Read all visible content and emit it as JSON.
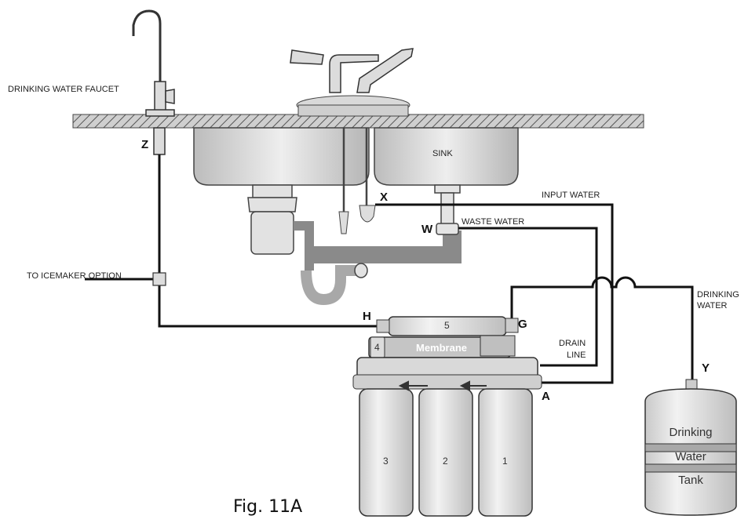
{
  "labels": {
    "faucet": "DRINKING WATER FAUCET",
    "sink": "SINK",
    "input_water": "INPUT WATER",
    "waste_water": "WASTE WATER",
    "icemaker": "TO ICEMAKER OPTION",
    "drinking_water_line1": "DRINKING",
    "drinking_water_line2": "WATER",
    "drain_line1": "DRAIN",
    "drain_line2": "LINE",
    "membrane": "Membrane"
  },
  "points": {
    "z": "Z",
    "x": "X",
    "w": "W",
    "h": "H",
    "g": "G",
    "a": "A",
    "y": "Y"
  },
  "filters": {
    "f1": "1",
    "f2": "2",
    "f3": "3",
    "f4": "4",
    "f5": "5"
  },
  "tank": {
    "line1": "Drinking",
    "line2": "Water",
    "line3": "Tank"
  },
  "caption": "Fig. 11A"
}
